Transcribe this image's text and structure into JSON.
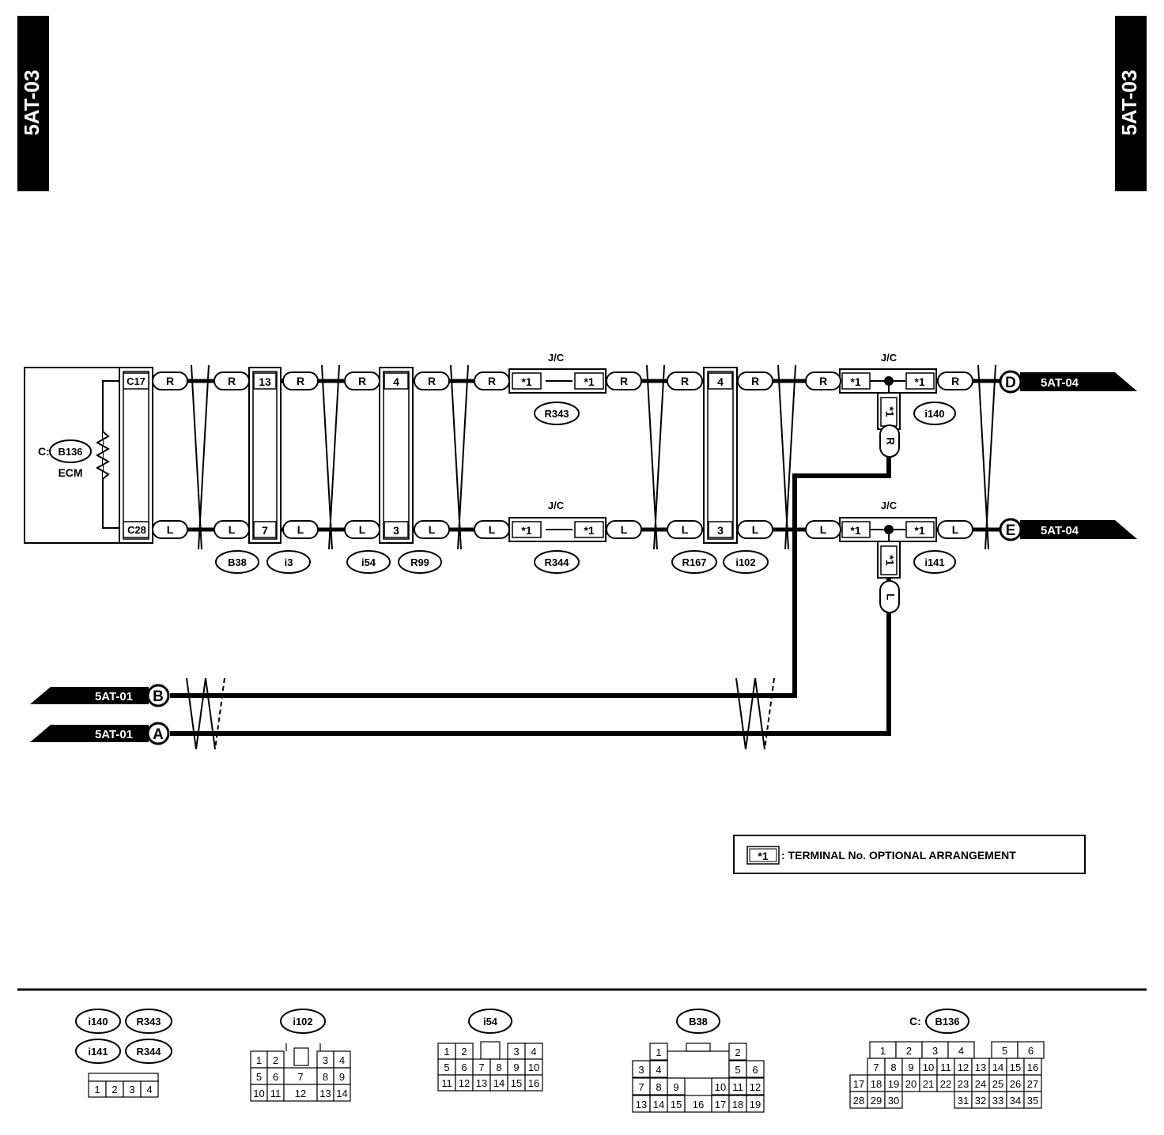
{
  "page": {
    "label_left": "5AT-03",
    "label_right": "5AT-03"
  },
  "ecm": {
    "connector_prefix": "C:",
    "connector_id": "B136",
    "name": "ECM",
    "pin_top": "C17",
    "pin_bottom": "C28"
  },
  "colors": {
    "line": "#000000",
    "background": "#ffffff"
  },
  "jc_label": "J/C",
  "wire_upper": {
    "color_code": "R",
    "pins": [
      "13",
      "4",
      "4"
    ],
    "splice_pin": "*1",
    "jc_connectors": [
      "R343",
      "i140"
    ]
  },
  "wire_lower": {
    "color_code": "L",
    "pins": [
      "7",
      "3",
      "3"
    ],
    "splice_pin": "*1",
    "jc_connectors": [
      "R344",
      "i141"
    ]
  },
  "harness_connectors": [
    "B38",
    "i3",
    "i54",
    "R99",
    "R167",
    "i102"
  ],
  "terminals": {
    "D": {
      "letter": "D",
      "ref": "5AT-04"
    },
    "E": {
      "letter": "E",
      "ref": "5AT-04"
    },
    "B": {
      "letter": "B",
      "ref": "5AT-01"
    },
    "A": {
      "letter": "A",
      "ref": "5AT-01"
    }
  },
  "legend": {
    "symbol": "*1",
    "text": ": TERMINAL No. OPTIONAL ARRANGEMENT"
  },
  "connector_views": {
    "group1": {
      "ids": [
        "i140",
        "R343",
        "i141",
        "R344"
      ],
      "pins": [
        "1",
        "2",
        "3",
        "4"
      ]
    },
    "i102": {
      "id": "i102",
      "pins": [
        "1",
        "2",
        "3",
        "4",
        "5",
        "6",
        "7",
        "8",
        "9",
        "10",
        "11",
        "12",
        "13",
        "14"
      ]
    },
    "i54": {
      "id": "i54",
      "pins": [
        "1",
        "2",
        "3",
        "4",
        "5",
        "6",
        "7",
        "8",
        "9",
        "10",
        "11",
        "12",
        "13",
        "14",
        "15",
        "16"
      ]
    },
    "B38": {
      "id": "B38",
      "pins": [
        "1",
        "2",
        "3",
        "4",
        "5",
        "6",
        "7",
        "8",
        "9",
        "10",
        "11",
        "12",
        "13",
        "14",
        "15",
        "16",
        "17",
        "18",
        "19"
      ]
    },
    "B136": {
      "prefix": "C:",
      "id": "B136",
      "pins": [
        "1",
        "2",
        "3",
        "4",
        "5",
        "6",
        "7",
        "8",
        "9",
        "10",
        "11",
        "12",
        "13",
        "14",
        "15",
        "16",
        "17",
        "18",
        "19",
        "20",
        "21",
        "22",
        "23",
        "24",
        "25",
        "26",
        "27",
        "28",
        "29",
        "30",
        "31",
        "32",
        "33",
        "34",
        "35"
      ]
    }
  }
}
